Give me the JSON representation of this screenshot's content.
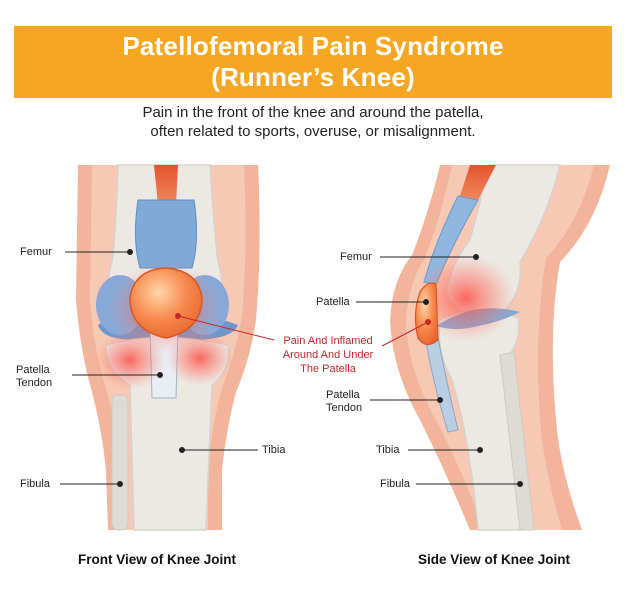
{
  "header": {
    "title_line1": "Patellofemoral Pain Syndrome",
    "title_line2": "(Runner’s Knee)"
  },
  "description": {
    "line1": "Pain in the front of the knee and around the patella,",
    "line2": "often related to sports, overuse, or misalignment."
  },
  "front_view": {
    "caption": "Front View of Knee Joint",
    "labels": {
      "femur": "Femur",
      "patella_tendon_1": "Patella",
      "patella_tendon_2": "Tendon",
      "tibia": "Tibia",
      "fibula": "Fibula"
    }
  },
  "side_view": {
    "caption": "Side View of Knee Joint",
    "labels": {
      "femur": "Femur",
      "patella": "Patella",
      "patella_tendon_1": "Patella",
      "patella_tendon_2": "Tendon",
      "tibia": "Tibia",
      "fibula": "Fibula"
    }
  },
  "callout": {
    "line1": "Pain And Inflamed",
    "line2": "Around And Under",
    "line3": "The Patella"
  },
  "colors": {
    "banner": "#f5a623",
    "pain_text": "#c62828",
    "skin": "#f2b49a",
    "bone": "#ece9e4",
    "cartilage": "#8fb7e0",
    "inflammation": "#f36a5a"
  }
}
